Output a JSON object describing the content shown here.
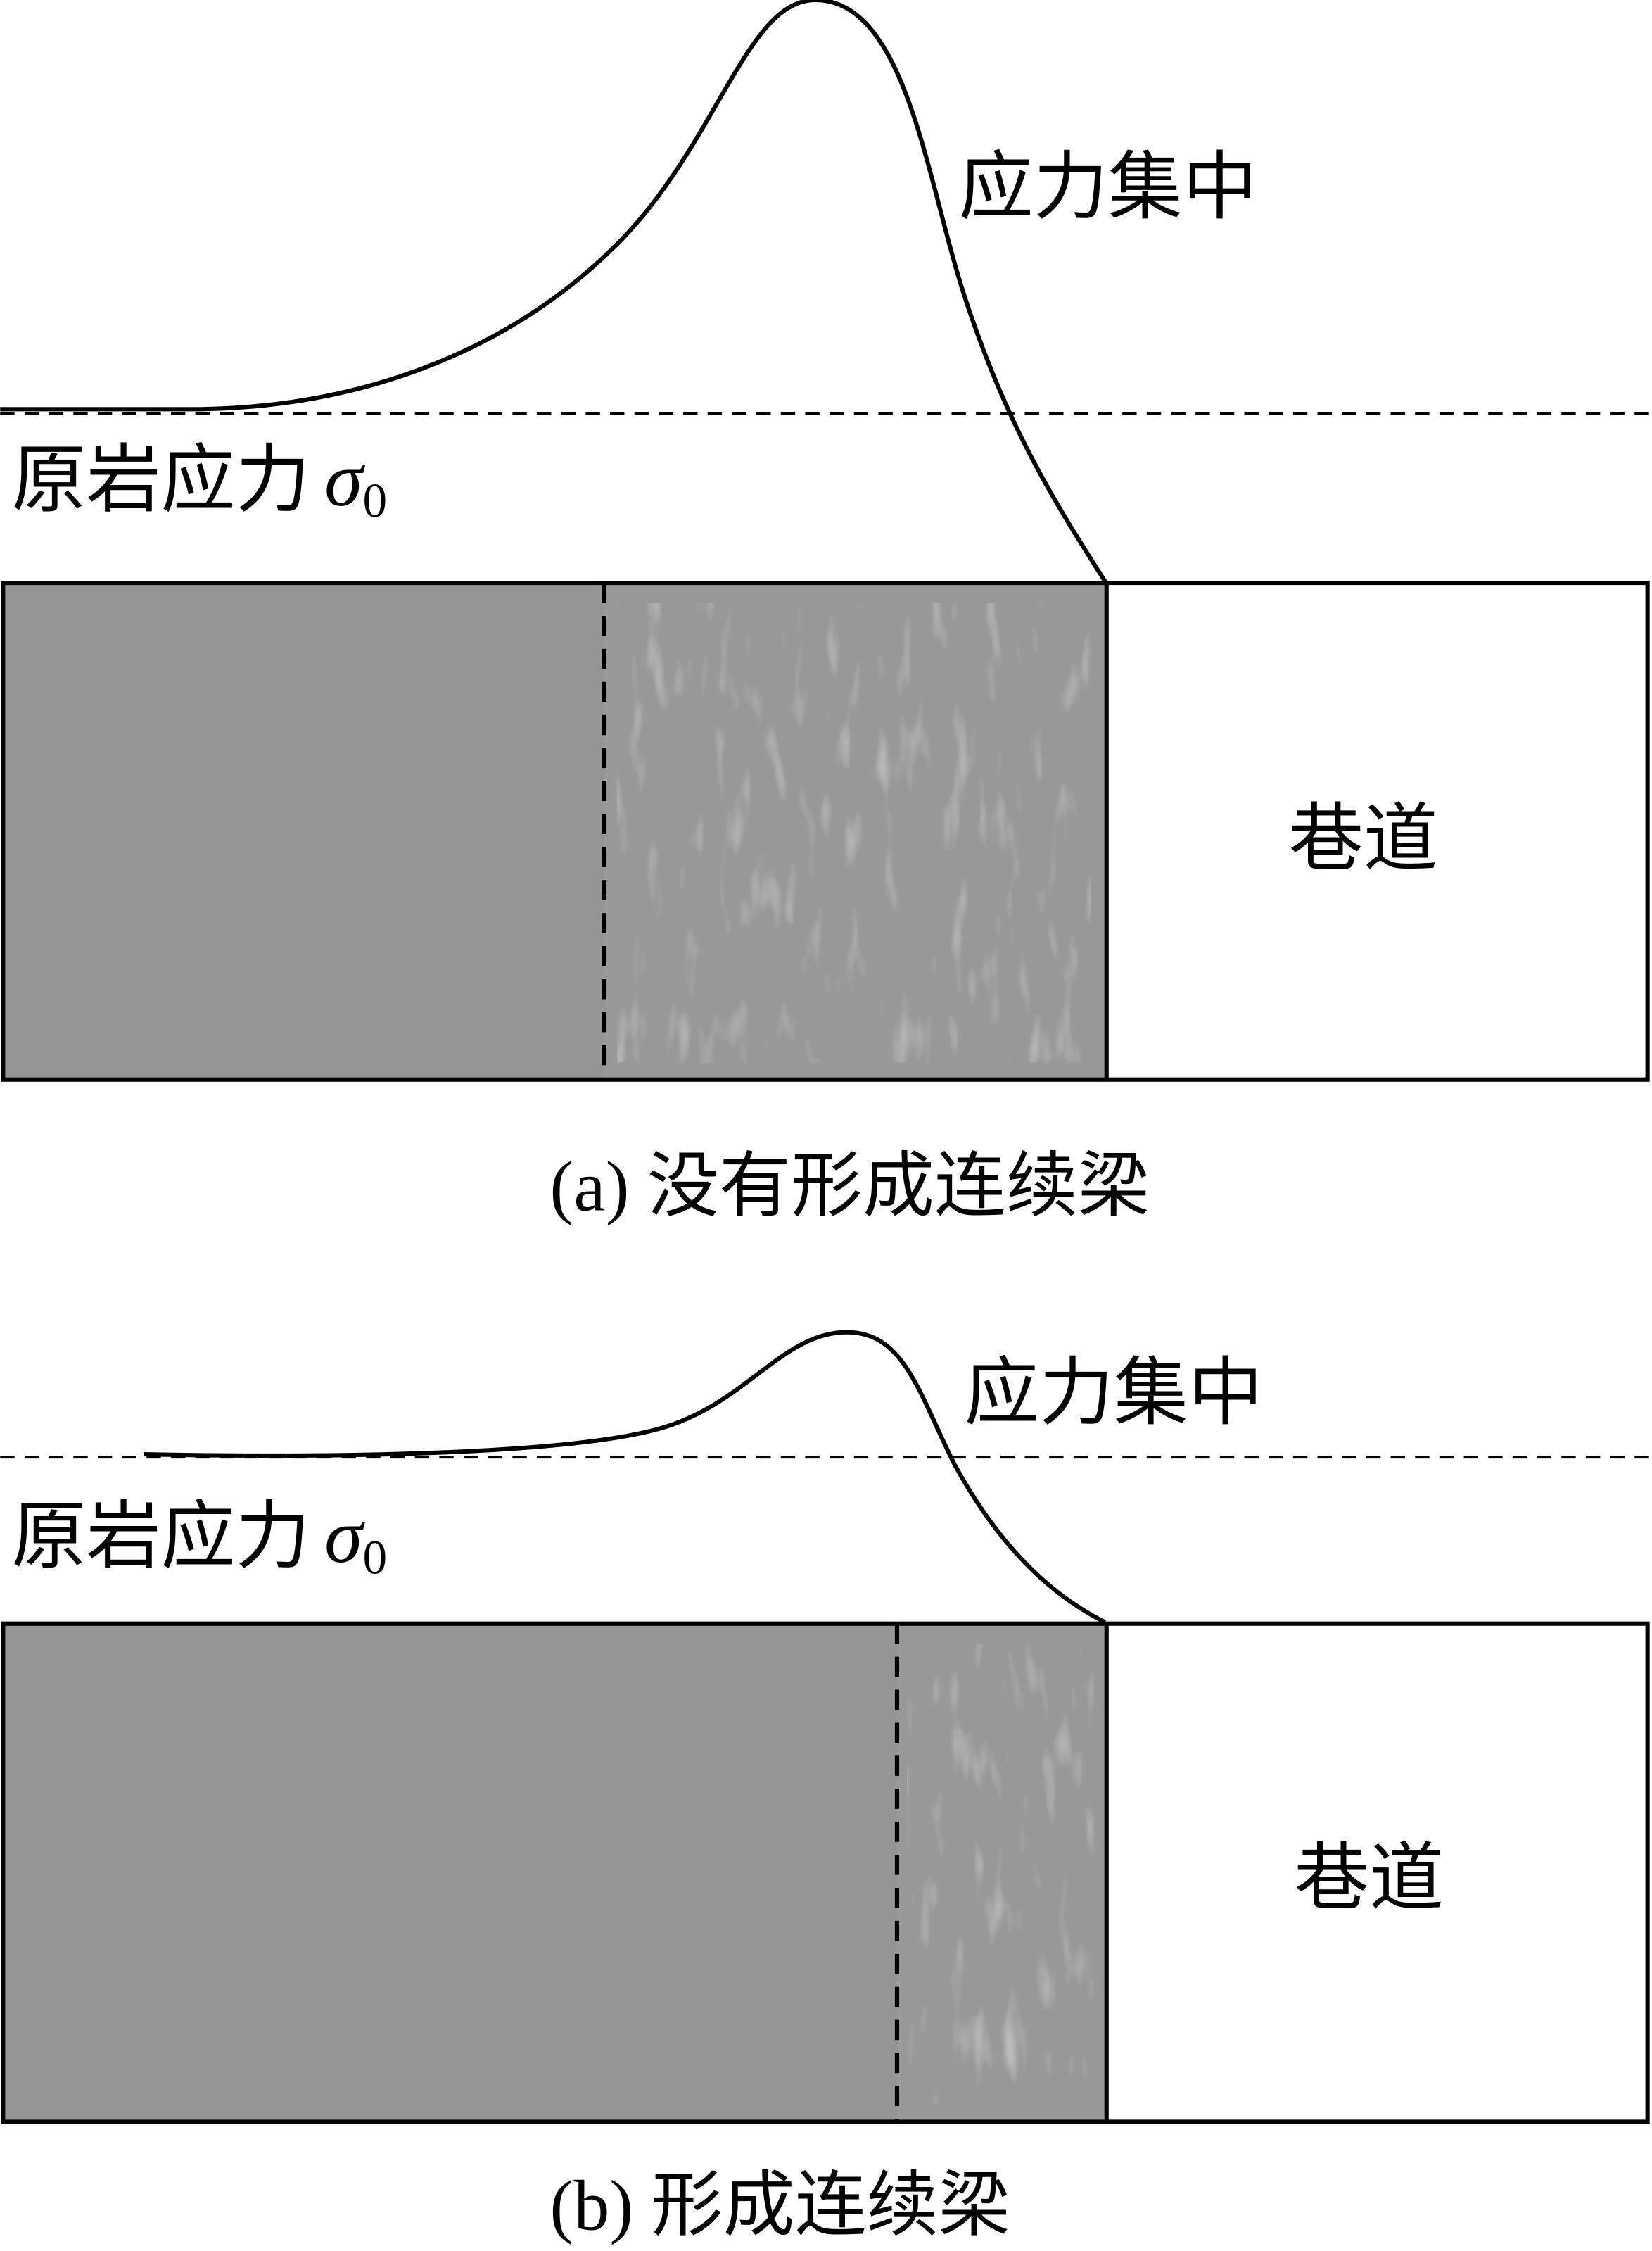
{
  "colors": {
    "rock": "#959595",
    "fractured": "#9a9a9a",
    "line": "#000000"
  },
  "panels": [
    {
      "concentration_label": "应力集中",
      "in_situ_label": "原岩应力",
      "sigma_symbol": "σ",
      "sigma_subscript": "0",
      "roadway_label": "巷道",
      "caption": "(a)  没有形成连续梁"
    },
    {
      "concentration_label": "应力集中",
      "in_situ_label": "原岩应力",
      "sigma_symbol": "σ",
      "sigma_subscript": "0",
      "roadway_label": "巷道",
      "caption": "(b)  形成连续梁"
    }
  ]
}
